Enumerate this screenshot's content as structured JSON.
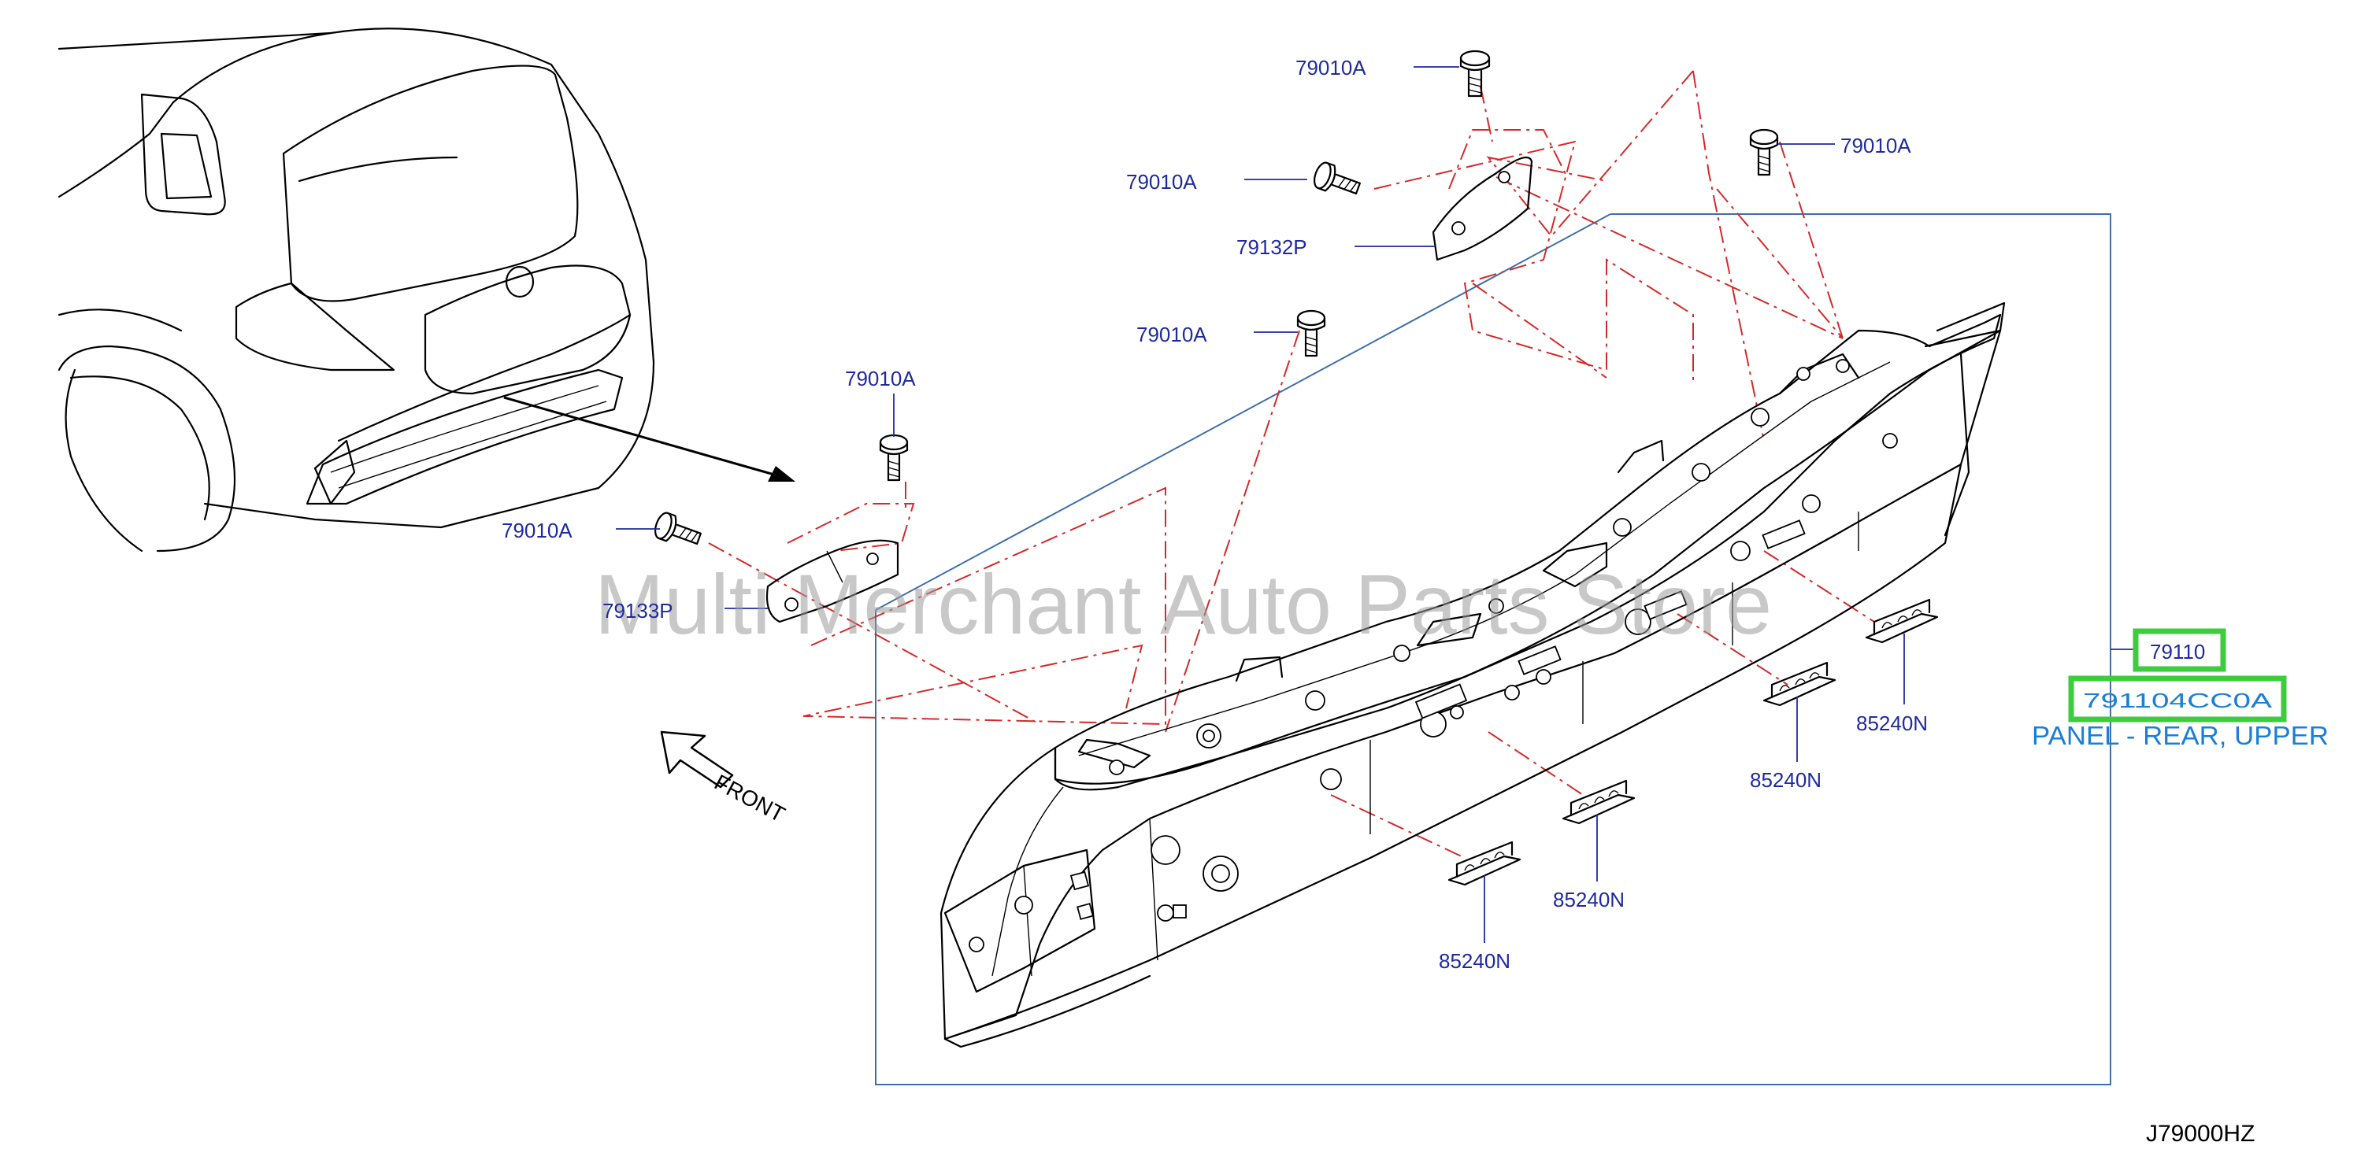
{
  "diagram": {
    "callouts": [
      {
        "id": "bolt-top",
        "text": "79010A"
      },
      {
        "id": "bolt-top-right",
        "text": "79010A"
      },
      {
        "id": "bolt-mid-left",
        "text": "79010A"
      },
      {
        "id": "bracket-right",
        "text": "79132P"
      },
      {
        "id": "bolt-center",
        "text": "79010A"
      },
      {
        "id": "bolt-left-upper",
        "text": "79010A"
      },
      {
        "id": "bolt-left",
        "text": "79010A"
      },
      {
        "id": "bracket-left",
        "text": "79133P"
      },
      {
        "id": "clip-1",
        "text": "85240N"
      },
      {
        "id": "clip-2",
        "text": "85240N"
      },
      {
        "id": "clip-3",
        "text": "85240N"
      },
      {
        "id": "clip-4",
        "text": "85240N"
      }
    ],
    "main_part": {
      "number": "79110",
      "part_number": "791104CC0A",
      "description": "PANEL - REAR, UPPER"
    },
    "direction_label": "FRONT",
    "drawing_number": "J79000HZ",
    "watermark": "Multi Merchant Auto Parts Store",
    "colors": {
      "callout": "#1f2a9e",
      "highlight_box": "#3dcc3d",
      "description": "#1a7fd6",
      "phantom_line": "#d42a2a",
      "frame": "#3f6fa8"
    }
  }
}
